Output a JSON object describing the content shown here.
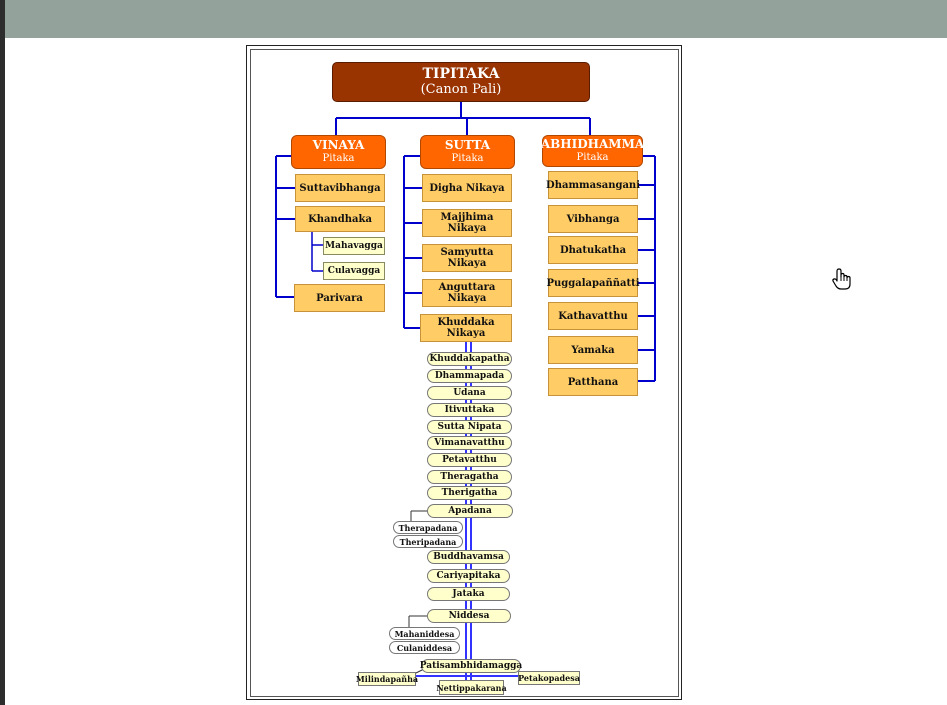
{
  "root": {
    "title": "TIPITAKA",
    "subtitle": "(Canon Pali)"
  },
  "pitakas": {
    "vinaya": {
      "name": "VINAYA",
      "sub": "Pitaka"
    },
    "sutta": {
      "name": "SUTTA",
      "sub": "Pitaka"
    },
    "abhidhamma": {
      "name": "ABHIDHAMMA",
      "sub": "Pitaka"
    }
  },
  "vinaya_items": [
    "Suttavibhanga",
    "Khandhaka",
    "Mahavagga",
    "Culavagga",
    "Parivara"
  ],
  "sutta_items": [
    "Digha Nikaya",
    "Majjhima Nikaya",
    "Samyutta Nikaya",
    "Anguttara Nikaya",
    "Khuddaka  Nikaya"
  ],
  "abhidhamma_items": [
    "Dhammasangani",
    "Vibhanga",
    "Dhatukatha",
    "Puggalapaññatti",
    "Kathavatthu",
    "Yamaka",
    "Patthana"
  ],
  "khuddaka_items": [
    "Khuddakapatha",
    "Dhammapada",
    "Udana",
    "Itivuttaka",
    "Sutta Nipata",
    "Vimanavatthu",
    "Petavatthu",
    "Theragatha",
    "Therigatha",
    "Apadana",
    "Buddhavamsa",
    "Cariyapitaka",
    "Jataka",
    "Niddesa",
    "Patisambhidamagga"
  ],
  "apadana_items": [
    "Therapadana",
    "Theripadana"
  ],
  "niddesa_items": [
    "Mahaniddesa",
    "Culaniddesa"
  ],
  "extra_items": [
    "Milindapañha",
    "Nettippakarana",
    "Petakopadesa"
  ],
  "colors": {
    "root": "#993300",
    "pitaka": "#ff6600",
    "item": "#ffcc66",
    "light": "#ffffcc",
    "connector": "#0000cc",
    "topbar": "#93a39b"
  },
  "cursor_icon": "hand-pointer-icon"
}
